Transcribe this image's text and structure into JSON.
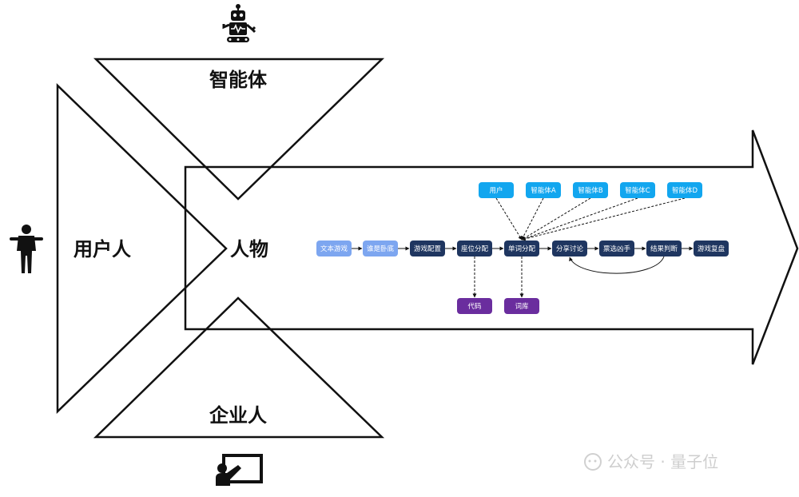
{
  "labels": {
    "agent": "智能体",
    "user": "用户人",
    "enterprise": "企业人",
    "persona": "人物"
  },
  "icons": {
    "agent": "robot-icon",
    "user": "person-icon",
    "enterprise": "presenter-board-icon"
  },
  "flow": {
    "main": [
      "文本游戏",
      "谁是卧底",
      "游戏配置",
      "座位分配",
      "单词分配",
      "分享讨论",
      "票选凶手",
      "结果判断",
      "游戏复盘"
    ],
    "participants": [
      "用户",
      "智能体A",
      "智能体B",
      "智能体C",
      "智能体D"
    ],
    "outputs": [
      "代码",
      "词库"
    ]
  },
  "colors": {
    "outline": "#111111",
    "light_blue": "#7da6f0",
    "dark_navy": "#1f3660",
    "cyan": "#12a6ef",
    "purple": "#6a2d9e",
    "watermark": "#cccccc"
  },
  "watermark": {
    "text": "公众号 · 量子位"
  }
}
